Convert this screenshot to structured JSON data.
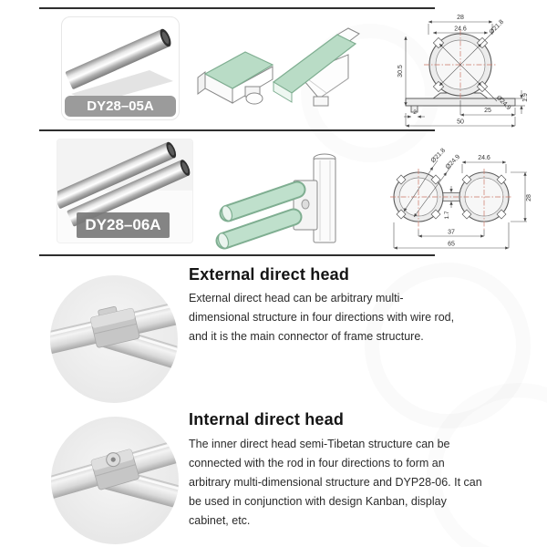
{
  "products": [
    {
      "model": "DY28–05A",
      "drawing": {
        "top_width": "28",
        "groove_width": "24.6",
        "diameter_inner": "Ø21.8",
        "diameter_outer": "Ø24.9",
        "height": "30.5",
        "flange_thickness": "1.9",
        "base_lip": "2",
        "base_offset": "25",
        "base_width": "50"
      }
    },
    {
      "model": "DY28–06A",
      "drawing": {
        "groove_width": "24.6",
        "diameter_inner": "Ø21.8",
        "diameter_outer": "Ø24.9",
        "height": "28",
        "bridge_thickness": "1.7",
        "center_distance": "37",
        "total_width": "65"
      }
    }
  ],
  "sections": [
    {
      "title": "External direct head",
      "body": "External direct head can be arbitrary multi-dimensional structure in four directions with wire rod, and it is the main connector of frame structure."
    },
    {
      "title": "Internal direct head",
      "body": "The inner direct head semi-Tibetan structure can be connected with the rod in four directions to form an arbitrary multi-dimensional structure and DYP28-06. It can be used in conjunction with design Kanban, display cabinet, etc."
    }
  ],
  "colors": {
    "accent_green": "#b9dcc6",
    "green_outline": "#7fae91",
    "label_gray": "#9b9b9b",
    "divider": "#2e2e2e",
    "drawing_line": "#5a5a5a",
    "centerline_red": "#cc7766"
  }
}
